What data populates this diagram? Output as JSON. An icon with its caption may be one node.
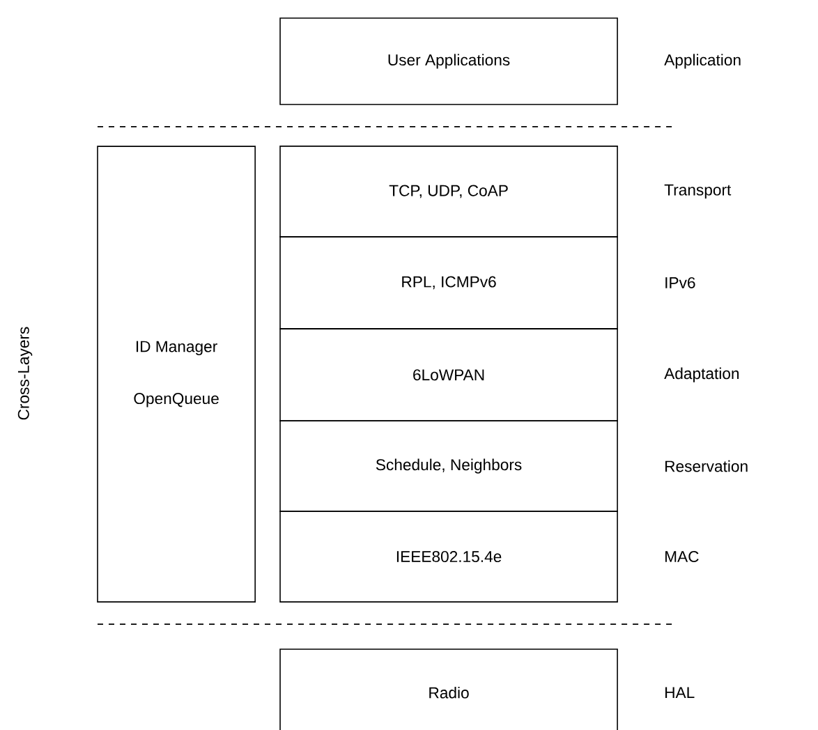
{
  "diagram": {
    "nodes": [
      {
        "text": [
          "User Applications"
        ],
        "beside": [
          "Application"
        ]
      },
      {
        "text": [
          "ID Manager",
          "OpenQueue"
        ]
      },
      {
        "text": [
          "TCP, UDP, CoAP"
        ],
        "beside": [
          "Transport"
        ]
      },
      {
        "text": [
          "RPL, ICMPv6"
        ],
        "beside": [
          "IPv6"
        ]
      },
      {
        "text": [
          "6LoWPAN"
        ],
        "beside": [
          "Adaptation"
        ]
      },
      {
        "text": [
          "Schedule, Neighbors"
        ],
        "beside": [
          "Reservation"
        ]
      },
      {
        "text": [
          "IEEE802.15.4e"
        ],
        "beside": [
          "MAC"
        ]
      },
      {
        "text": [
          "Radio"
        ],
        "beside": [
          "HAL"
        ]
      }
    ],
    "labels": [
      "Cross-Layers"
    ]
  }
}
